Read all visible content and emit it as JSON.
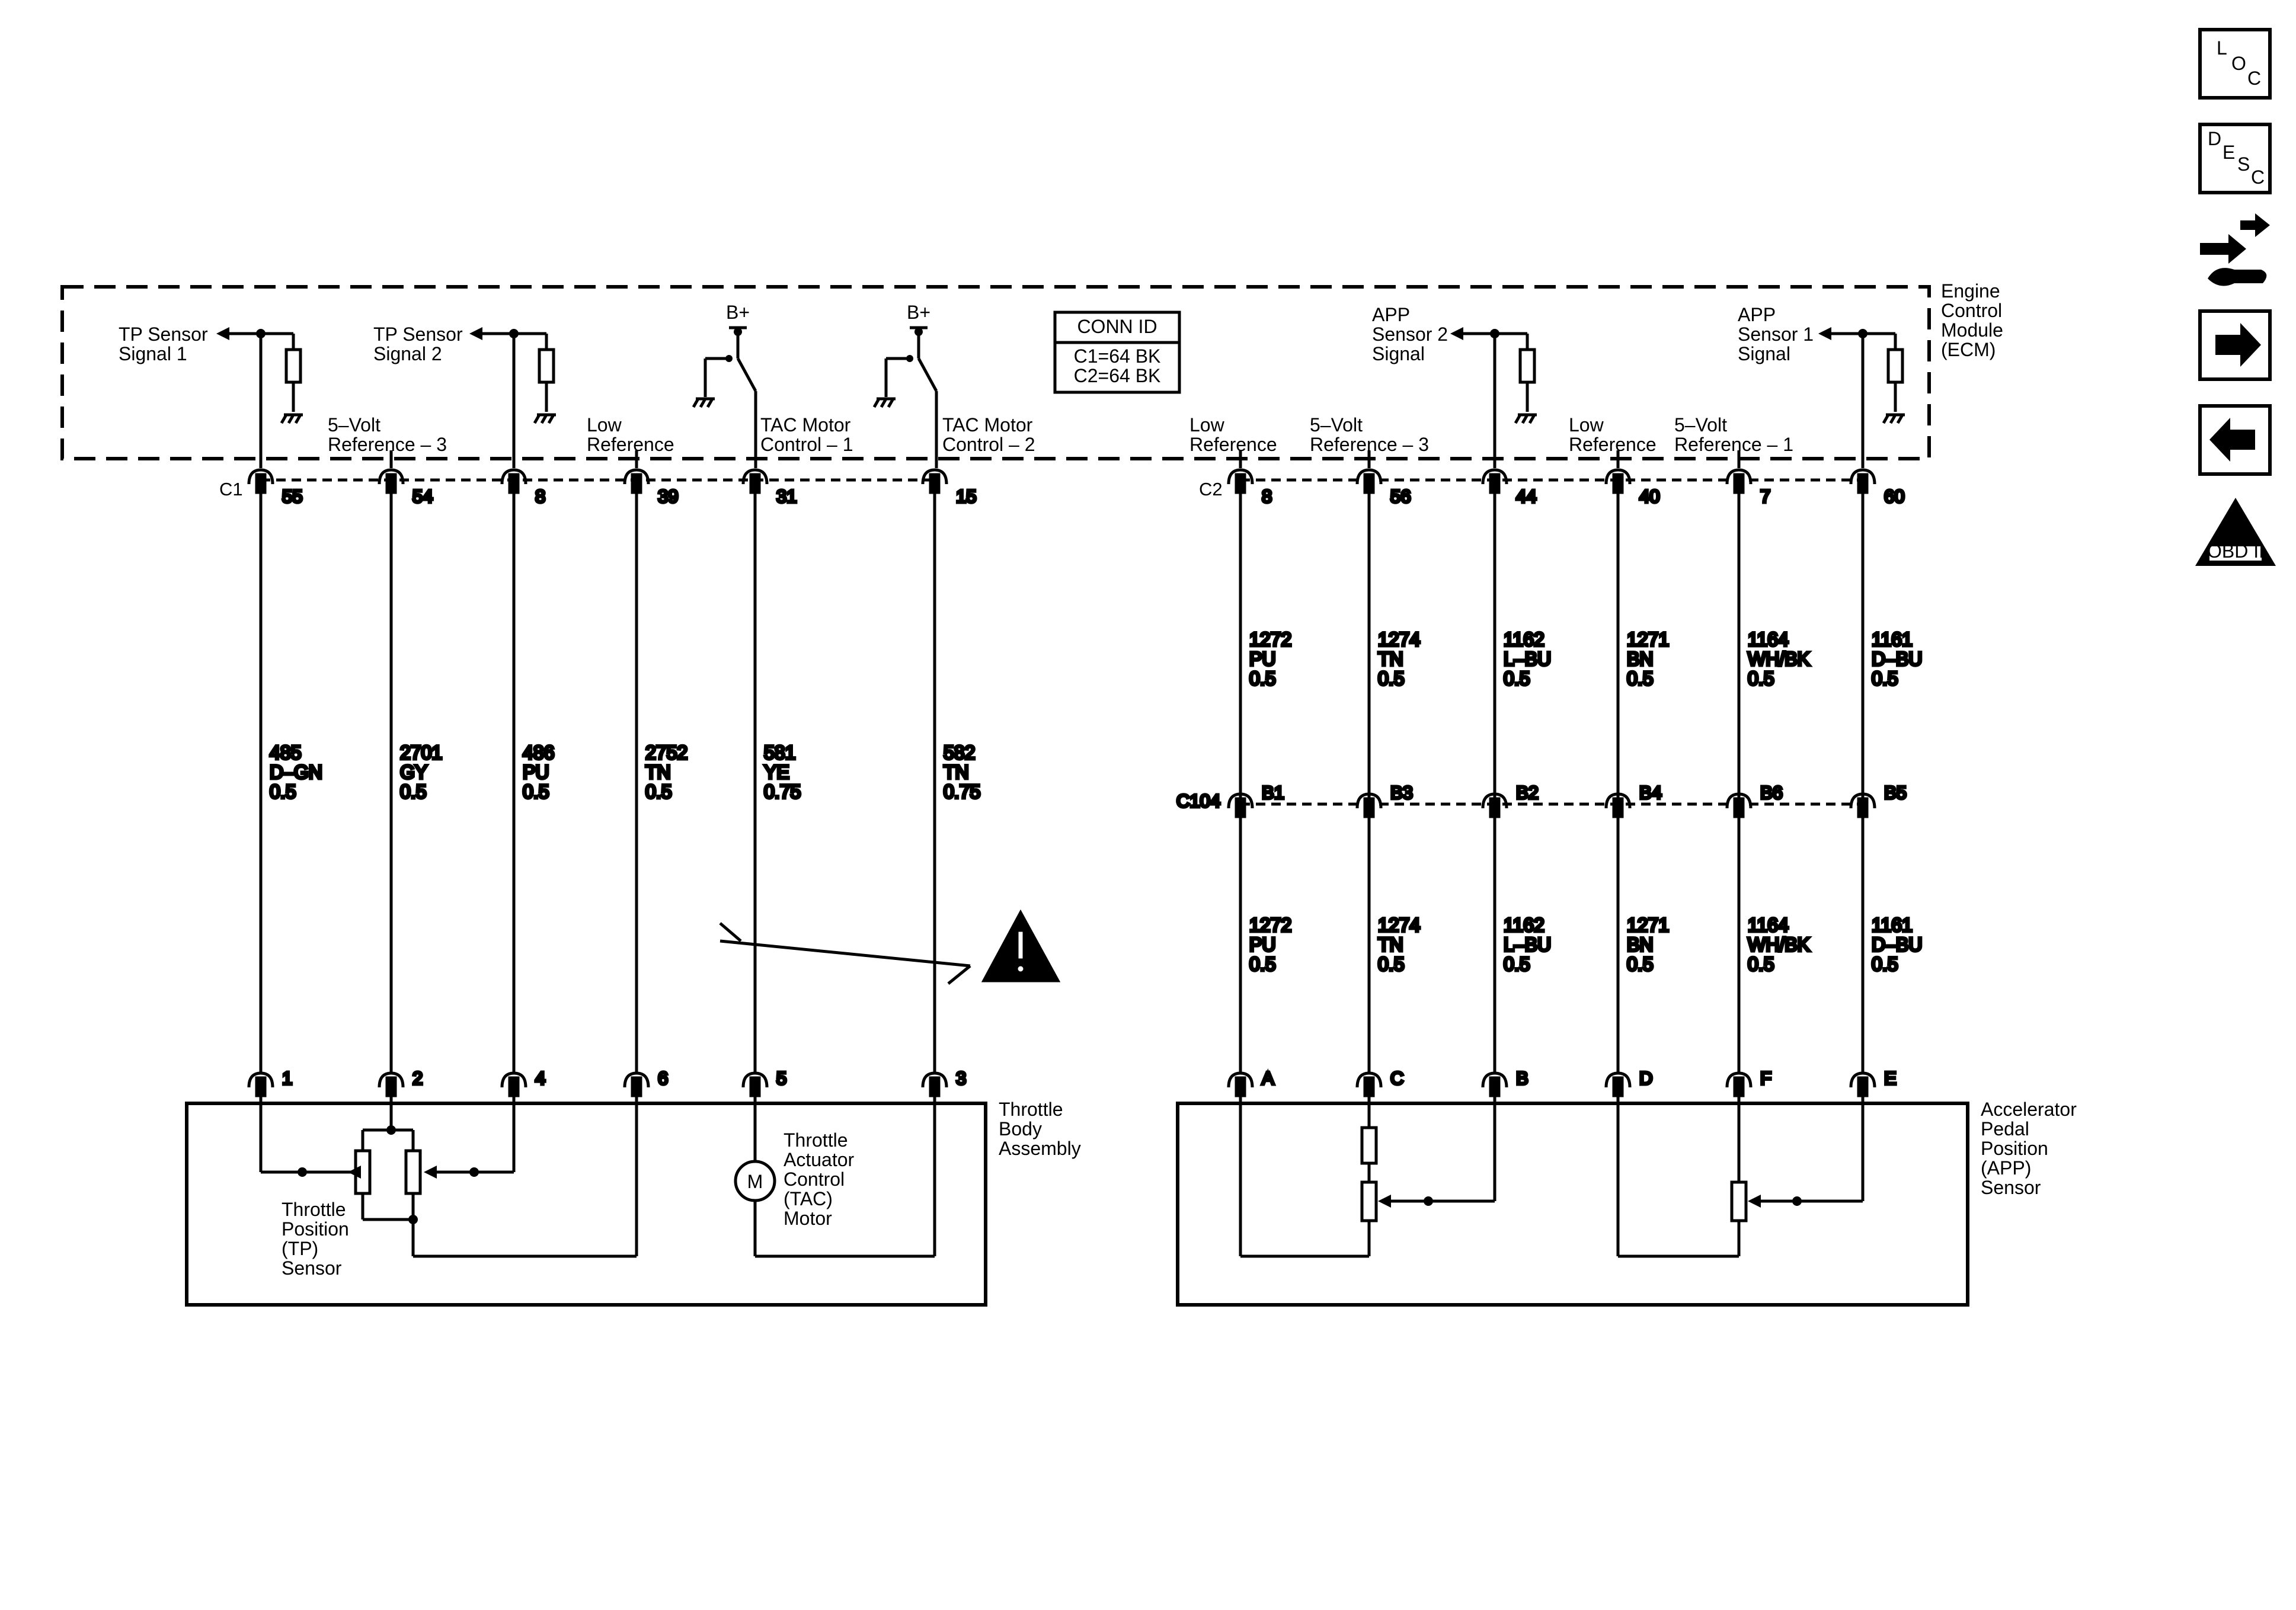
{
  "ecm": {
    "title": [
      "Engine",
      "Control",
      "Module",
      "(ECM)"
    ],
    "conn_id": {
      "header": "CONN ID",
      "lines": [
        "C1=64 BK",
        "C2=64 BK"
      ]
    },
    "internal_labels": [
      [
        "TP Sensor",
        "Signal 1"
      ],
      [
        "5–Volt",
        "Reference – 3"
      ],
      [
        "TP Sensor",
        "Signal 2"
      ],
      [
        "Low",
        "Reference"
      ],
      [
        "TAC Motor",
        "Control – 1"
      ],
      [
        "TAC Motor",
        "Control – 2"
      ],
      [
        "Low",
        "Reference"
      ],
      [
        "5–Volt",
        "Reference – 3"
      ],
      [
        "APP",
        "Sensor 2",
        "Signal"
      ],
      [
        "Low",
        "Reference"
      ],
      [
        "5–Volt",
        "Reference – 1"
      ],
      [
        "APP",
        "Sensor 1",
        "Signal"
      ]
    ],
    "bplus": "B+"
  },
  "connectors": {
    "c1": "C1",
    "c2": "C2",
    "c104": "C104"
  },
  "left_wires": [
    {
      "ecm_pin": "55",
      "circuit": "485",
      "color": "D–GN",
      "gauge": "0.5",
      "comp_pin": "1"
    },
    {
      "ecm_pin": "54",
      "circuit": "2701",
      "color": "GY",
      "gauge": "0.5",
      "comp_pin": "2"
    },
    {
      "ecm_pin": "8",
      "circuit": "486",
      "color": "PU",
      "gauge": "0.5",
      "comp_pin": "4"
    },
    {
      "ecm_pin": "39",
      "circuit": "2752",
      "color": "TN",
      "gauge": "0.5",
      "comp_pin": "6"
    },
    {
      "ecm_pin": "31",
      "circuit": "581",
      "color": "YE",
      "gauge": "0.75",
      "comp_pin": "5"
    },
    {
      "ecm_pin": "15",
      "circuit": "582",
      "color": "TN",
      "gauge": "0.75",
      "comp_pin": "3"
    }
  ],
  "right_wires": [
    {
      "ecm_pin": "8",
      "circuit": "1272",
      "color": "PU",
      "gauge": "0.5",
      "c104_pin": "B1",
      "comp_pin": "A"
    },
    {
      "ecm_pin": "56",
      "circuit": "1274",
      "color": "TN",
      "gauge": "0.5",
      "c104_pin": "B3",
      "comp_pin": "C"
    },
    {
      "ecm_pin": "44",
      "circuit": "1162",
      "color": "L–BU",
      "gauge": "0.5",
      "c104_pin": "B2",
      "comp_pin": "B"
    },
    {
      "ecm_pin": "40",
      "circuit": "1271",
      "color": "BN",
      "gauge": "0.5",
      "c104_pin": "B4",
      "comp_pin": "D"
    },
    {
      "ecm_pin": "7",
      "circuit": "1164",
      "color": "WH/BK",
      "gauge": "0.5",
      "c104_pin": "B6",
      "comp_pin": "F"
    },
    {
      "ecm_pin": "60",
      "circuit": "1161",
      "color": "D–BU",
      "gauge": "0.5",
      "c104_pin": "B5",
      "comp_pin": "E"
    }
  ],
  "throttle_body": {
    "title": [
      "Throttle",
      "Body",
      "Assembly"
    ],
    "tp_sensor": [
      "Throttle",
      "Position",
      "(TP)",
      "Sensor"
    ],
    "tac_motor": [
      "Throttle",
      "Actuator",
      "Control",
      "(TAC)",
      "Motor"
    ],
    "motor_symbol": "M"
  },
  "app_sensor": {
    "title": [
      "Accelerator",
      "Pedal",
      "Position",
      "(APP)",
      "Sensor"
    ]
  },
  "sidebar": {
    "loc": [
      "L",
      "O",
      "C"
    ],
    "desc": [
      "D",
      "E",
      "S",
      "C"
    ],
    "obd": {
      "roman": "II",
      "label": "OBD II"
    },
    "icons": [
      "loc-button",
      "desc-button",
      "schematic-icon",
      "next-arrow-icon",
      "prev-arrow-icon",
      "obd-ii-icon"
    ]
  }
}
